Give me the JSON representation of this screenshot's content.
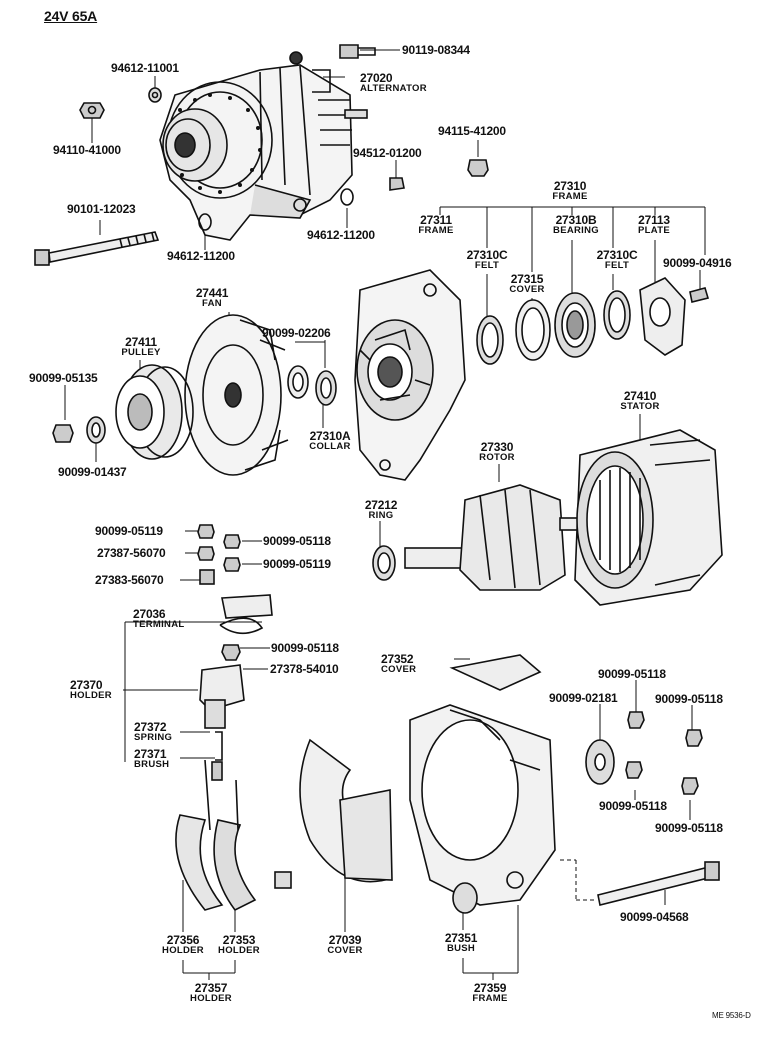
{
  "title": "24V 65A",
  "footer_code": "ME 9536-D",
  "parts": {
    "p90119_08344": {
      "num": "90119-08344",
      "desc": ""
    },
    "p94612_11001": {
      "num": "94612-11001",
      "desc": ""
    },
    "p27020": {
      "num": "27020",
      "desc": "ALTERNATOR"
    },
    "p94110_41000": {
      "num": "94110-41000",
      "desc": ""
    },
    "p94115_41200": {
      "num": "94115-41200",
      "desc": ""
    },
    "p94512_01200": {
      "num": "94512-01200",
      "desc": ""
    },
    "p90101_12023": {
      "num": "90101-12023",
      "desc": ""
    },
    "p27310": {
      "num": "27310",
      "desc": "FRAME"
    },
    "p27311": {
      "num": "27311",
      "desc": "FRAME"
    },
    "p27310B": {
      "num": "27310B",
      "desc": "BEARING"
    },
    "p27113": {
      "num": "27113",
      "desc": "PLATE"
    },
    "p94612_11200a": {
      "num": "94612-11200",
      "desc": ""
    },
    "p94612_11200b": {
      "num": "94612-11200",
      "desc": ""
    },
    "p27310C_a": {
      "num": "27310C",
      "desc": "FELT"
    },
    "p27310C_b": {
      "num": "27310C",
      "desc": "FELT"
    },
    "p90099_04916": {
      "num": "90099-04916",
      "desc": ""
    },
    "p27315": {
      "num": "27315",
      "desc": "COVER"
    },
    "p27441": {
      "num": "27441",
      "desc": "FAN"
    },
    "p90099_02206": {
      "num": "90099-02206",
      "desc": ""
    },
    "p27411": {
      "num": "27411",
      "desc": "PULLEY"
    },
    "p90099_05135": {
      "num": "90099-05135",
      "desc": ""
    },
    "p27410": {
      "num": "27410",
      "desc": "STATOR"
    },
    "p27310A": {
      "num": "27310A",
      "desc": "COLLAR"
    },
    "p90099_01437": {
      "num": "90099-01437",
      "desc": ""
    },
    "p27330": {
      "num": "27330",
      "desc": "ROTOR"
    },
    "p27212": {
      "num": "27212",
      "desc": "RING"
    },
    "p90099_05119a": {
      "num": "90099-05119",
      "desc": ""
    },
    "p90099_05118a": {
      "num": "90099-05118",
      "desc": ""
    },
    "p27387_56070": {
      "num": "27387-56070",
      "desc": ""
    },
    "p90099_05119b": {
      "num": "90099-05119",
      "desc": ""
    },
    "p27383_56070": {
      "num": "27383-56070",
      "desc": ""
    },
    "p27036": {
      "num": "27036",
      "desc": "TERMINAL"
    },
    "p90099_05118b": {
      "num": "90099-05118",
      "desc": ""
    },
    "p27352": {
      "num": "27352",
      "desc": "COVER"
    },
    "p27378_54010": {
      "num": "27378-54010",
      "desc": ""
    },
    "p90099_05118c": {
      "num": "90099-05118",
      "desc": ""
    },
    "p27370": {
      "num": "27370",
      "desc": "HOLDER"
    },
    "p90099_02181": {
      "num": "90099-02181",
      "desc": ""
    },
    "p90099_05118d": {
      "num": "90099-05118",
      "desc": ""
    },
    "p27372": {
      "num": "27372",
      "desc": "SPRING"
    },
    "p27371": {
      "num": "27371",
      "desc": "BRUSH"
    },
    "p90099_05118e": {
      "num": "90099-05118",
      "desc": ""
    },
    "p90099_05118f": {
      "num": "90099-05118",
      "desc": ""
    },
    "p90099_04568": {
      "num": "90099-04568",
      "desc": ""
    },
    "p27356": {
      "num": "27356",
      "desc": "HOLDER"
    },
    "p27353": {
      "num": "27353",
      "desc": "HOLDER"
    },
    "p27039": {
      "num": "27039",
      "desc": "COVER"
    },
    "p27351": {
      "num": "27351",
      "desc": "BUSH"
    },
    "p27357": {
      "num": "27357",
      "desc": "HOLDER"
    },
    "p27359": {
      "num": "27359",
      "desc": "FRAME"
    }
  }
}
